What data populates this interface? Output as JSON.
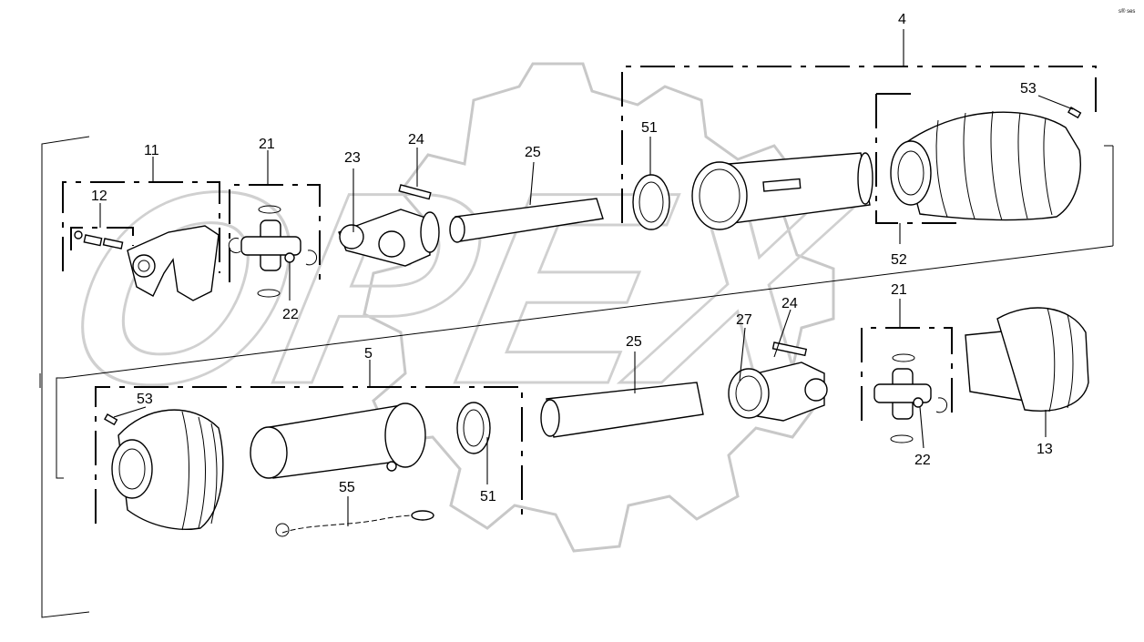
{
  "watermark": "OPEX",
  "corner_mark": "s® ses",
  "callouts": {
    "c4": "4",
    "c53_top": "53",
    "c51_top": "51",
    "c52": "52",
    "c11": "11",
    "c12": "12",
    "c21_top": "21",
    "c22_top": "22",
    "c23": "23",
    "c24_top": "24",
    "c25_top": "25",
    "c5": "5",
    "c53_bottom": "53",
    "c55": "55",
    "c51_bottom": "51",
    "c25_bottom": "25",
    "c27": "27",
    "c24_bottom": "24",
    "c21_bottom": "21",
    "c22_bottom": "22",
    "c13": "13"
  }
}
